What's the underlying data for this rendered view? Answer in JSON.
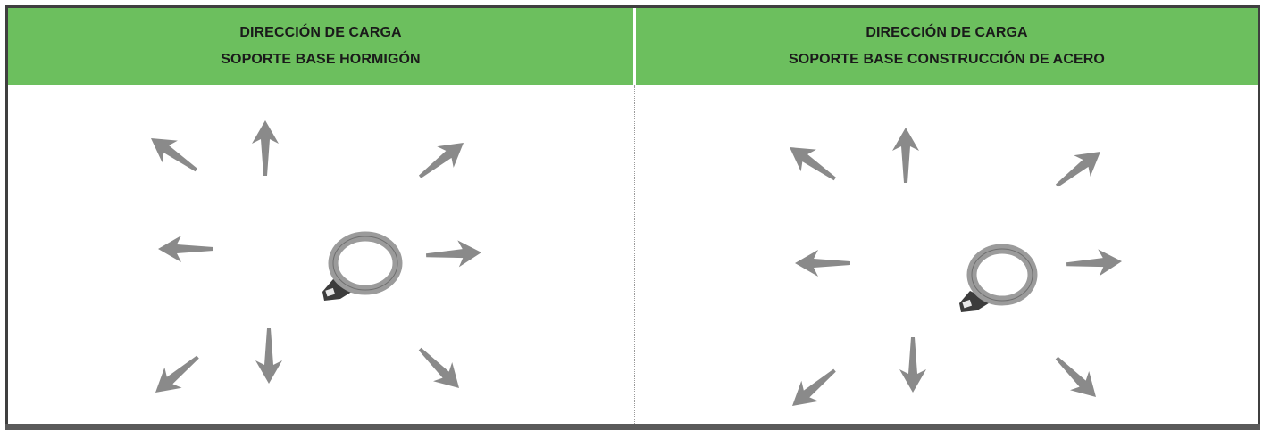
{
  "panels": [
    {
      "title_line1": "DIRECCIÓN DE CARGA",
      "title_line2": "SOPORTE BASE HORMIGÓN"
    },
    {
      "title_line1": "DIRECCIÓN DE CARGA",
      "title_line2": "SOPORTE BASE CONSTRUCCIÓN DE ACERO"
    }
  ],
  "colors": {
    "header_green": "#6cbf5e",
    "arrow_gray": "#8a8a8a",
    "ring_gray": "#9b9b9b",
    "frame_dark": "#3f3f3f"
  },
  "icons": [
    "arrow-up-icon",
    "arrow-up-left-icon",
    "arrow-up-right-icon",
    "arrow-left-icon",
    "arrow-right-icon",
    "arrow-down-left-icon",
    "arrow-down-icon",
    "arrow-down-right-icon",
    "lifting-eye-icon"
  ]
}
